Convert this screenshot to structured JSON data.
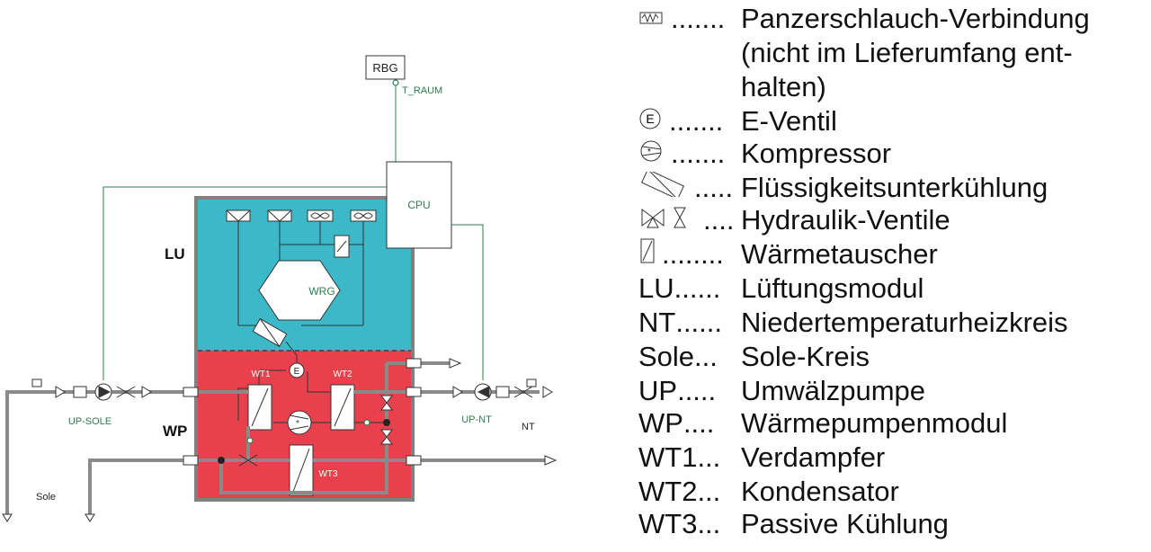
{
  "diagram": {
    "labels": {
      "rbg": "RBG",
      "t_raum": "T_RAUM",
      "cpu": "CPU",
      "lu": "LU",
      "wrg": "WRG",
      "wp": "WP",
      "wt1": "WT1",
      "wt2": "WT2",
      "wt3": "WT3",
      "e": "E",
      "up_sole": "UP-SOLE",
      "up_nt": "UP-NT",
      "nt": "NT",
      "sole": "Sole"
    },
    "colors": {
      "lu_module": "#3cb9c8",
      "wp_module": "#e8404c",
      "frame": "#808080",
      "pipe": "#8a8a8a",
      "signal": "#2e7d4f",
      "label_green": "#2e7d4f"
    }
  },
  "legend": {
    "items": [
      {
        "symbol": "hose-icon",
        "prefix": "",
        "dots": ".......",
        "text": "Panzerschlauch-Verbindung"
      },
      {
        "symbol": "",
        "prefix": "",
        "dots": "",
        "text": "(nicht im Lieferumfang ent-"
      },
      {
        "symbol": "",
        "prefix": "",
        "dots": "",
        "text": "halten)"
      },
      {
        "symbol": "e-valve-icon",
        "prefix": "",
        "dots": ".......",
        "text": "E-Ventil"
      },
      {
        "symbol": "compressor-icon",
        "prefix": "",
        "dots": ".......",
        "text": "Kompressor"
      },
      {
        "symbol": "subcooler-icon",
        "prefix": "",
        "dots": ".....",
        "text": "Flüssigkeitsunterkühlung"
      },
      {
        "symbol": "hydraulic-valves-icon",
        "prefix": "",
        "dots": "....",
        "text": "Hydraulik-Ventile"
      },
      {
        "symbol": "heat-exchanger-icon",
        "prefix": "",
        "dots": "........",
        "text": "Wärmetauscher"
      },
      {
        "symbol": "",
        "prefix": "LU",
        "dots": "......",
        "text": "Lüftungsmodul"
      },
      {
        "symbol": "",
        "prefix": "NT",
        "dots": "......",
        "text": "Niedertemperaturheizkreis"
      },
      {
        "symbol": "",
        "prefix": "Sole",
        "dots": "...",
        "text": "Sole-Kreis"
      },
      {
        "symbol": "",
        "prefix": "UP",
        "dots": ".....",
        "text": "Umwälzpumpe"
      },
      {
        "symbol": "",
        "prefix": "WP",
        "dots": "....",
        "text": "Wärmepumpenmodul"
      },
      {
        "symbol": "",
        "prefix": "WT1",
        "dots": "...",
        "text": "Verdampfer"
      },
      {
        "symbol": "",
        "prefix": "WT2",
        "dots": "...",
        "text": "Kondensator"
      },
      {
        "symbol": "",
        "prefix": "WT3",
        "dots": "...",
        "text": "Passive Kühlung"
      }
    ]
  }
}
